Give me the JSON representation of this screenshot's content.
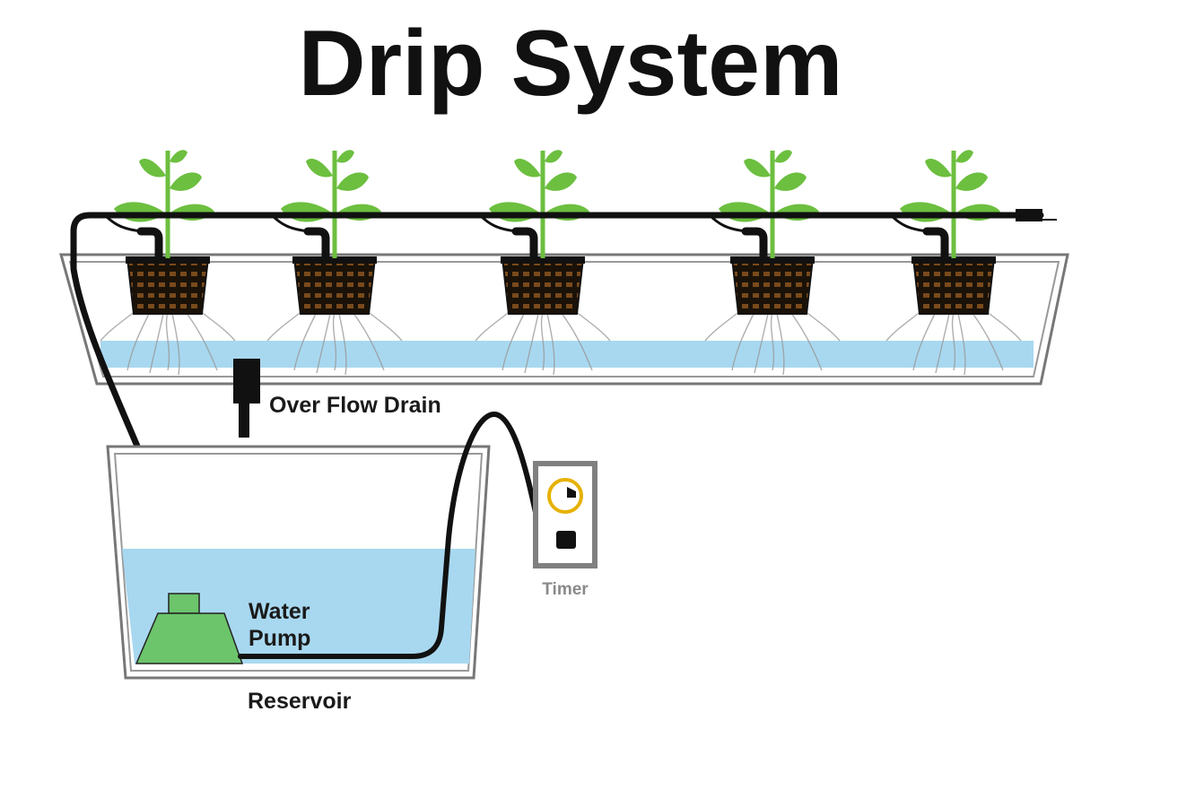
{
  "title": "Drip System",
  "labels": {
    "overflow_drain": "Over Flow Drain",
    "water_pump_line1": "Water",
    "water_pump_line2": "Pump",
    "reservoir": "Reservoir",
    "timer": "Timer"
  },
  "plants": [
    {
      "id": 1
    },
    {
      "id": 2
    },
    {
      "id": 3
    },
    {
      "id": 4
    },
    {
      "id": 5
    }
  ],
  "colors": {
    "water": "#a8d8f0",
    "leaf": "#6cbf3f",
    "pump": "#6cc46b",
    "tube": "#111111",
    "tray_outline": "#777777",
    "timer_ring": "#e6b100",
    "drop": "#3a9ccc"
  }
}
